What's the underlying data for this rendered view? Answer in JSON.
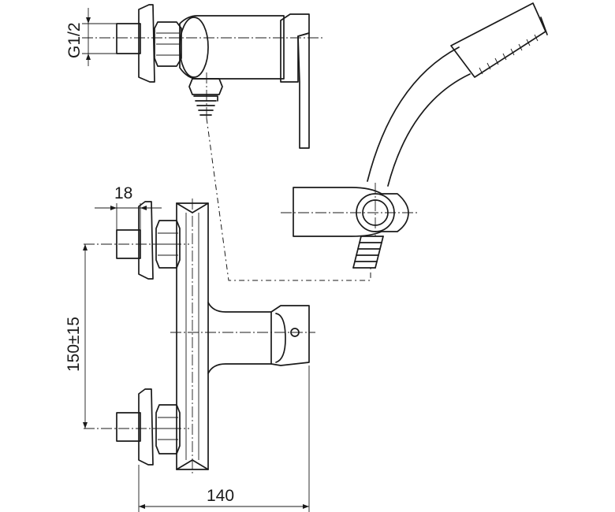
{
  "dimensions": {
    "thread": "G1/2",
    "nut_depth": "18",
    "inlet_spacing": "150±15",
    "overall_width": "140"
  }
}
